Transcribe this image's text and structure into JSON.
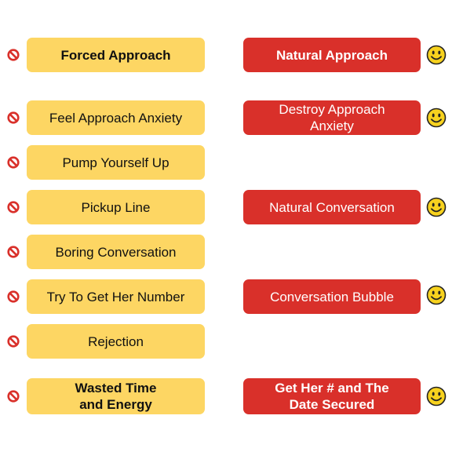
{
  "colors": {
    "left_box": "#fdd663",
    "right_box": "#d9302a",
    "no_icon": "#d9302a",
    "smile_icon": "#f7d21e"
  },
  "left_column": {
    "items": [
      {
        "label": "Forced Approach",
        "bold": true
      },
      {
        "label": "Feel Approach Anxiety",
        "bold": false
      },
      {
        "label": "Pump Yourself Up",
        "bold": false
      },
      {
        "label": "Pickup Line",
        "bold": false
      },
      {
        "label": "Boring Conversation",
        "bold": false
      },
      {
        "label": "Try To Get Her Number",
        "bold": false
      },
      {
        "label": "Rejection",
        "bold": false
      },
      {
        "label": "Wasted Time and Energy",
        "bold": true
      }
    ],
    "icon": "no-entry-icon"
  },
  "right_column": {
    "items": [
      {
        "label": "Natural Approach",
        "bold": true
      },
      {
        "label": "Destroy Approach Anxiety",
        "bold": false
      },
      {
        "label": "Natural Conversation",
        "bold": false
      },
      {
        "label": "Conversation Bubble",
        "bold": false
      },
      {
        "label": "Get Her # and The Date Secured",
        "bold": true
      }
    ],
    "icon": "smiley-face-icon"
  }
}
